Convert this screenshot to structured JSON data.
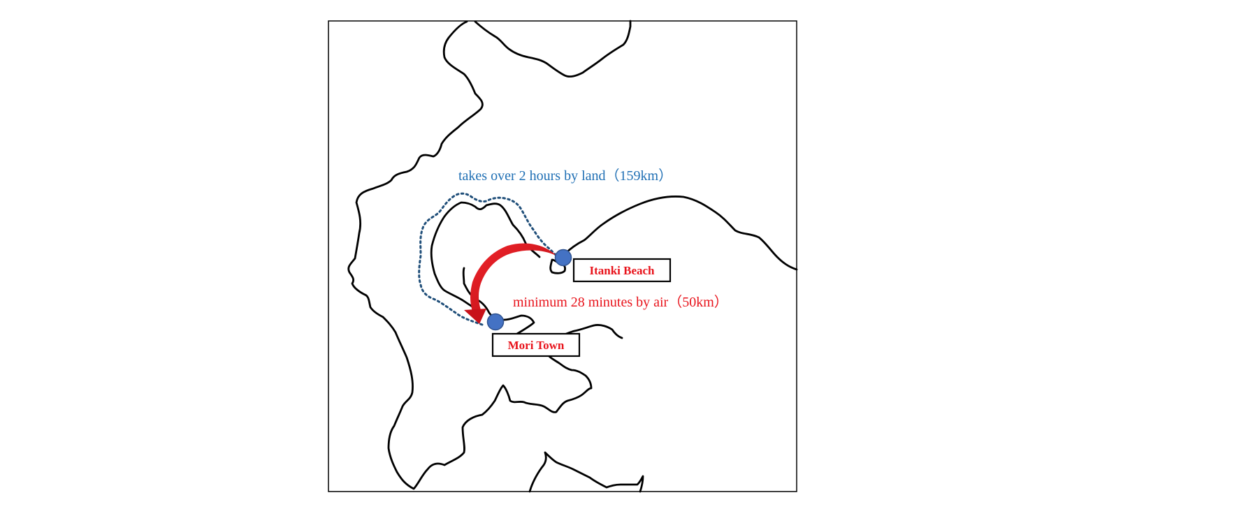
{
  "map": {
    "land_route": {
      "label": "takes over 2 hours by land（159km）",
      "color": "#1F6FB4"
    },
    "air_route": {
      "label": "minimum 28 minutes  by air（50km）",
      "color": "#E8131B"
    },
    "places": [
      {
        "label": "Itanki Beach",
        "color": "#E8131B",
        "marker_color": "#4472C4"
      },
      {
        "label": "Mori Town",
        "color": "#E8131B",
        "marker_color": "#4472C4"
      }
    ]
  }
}
